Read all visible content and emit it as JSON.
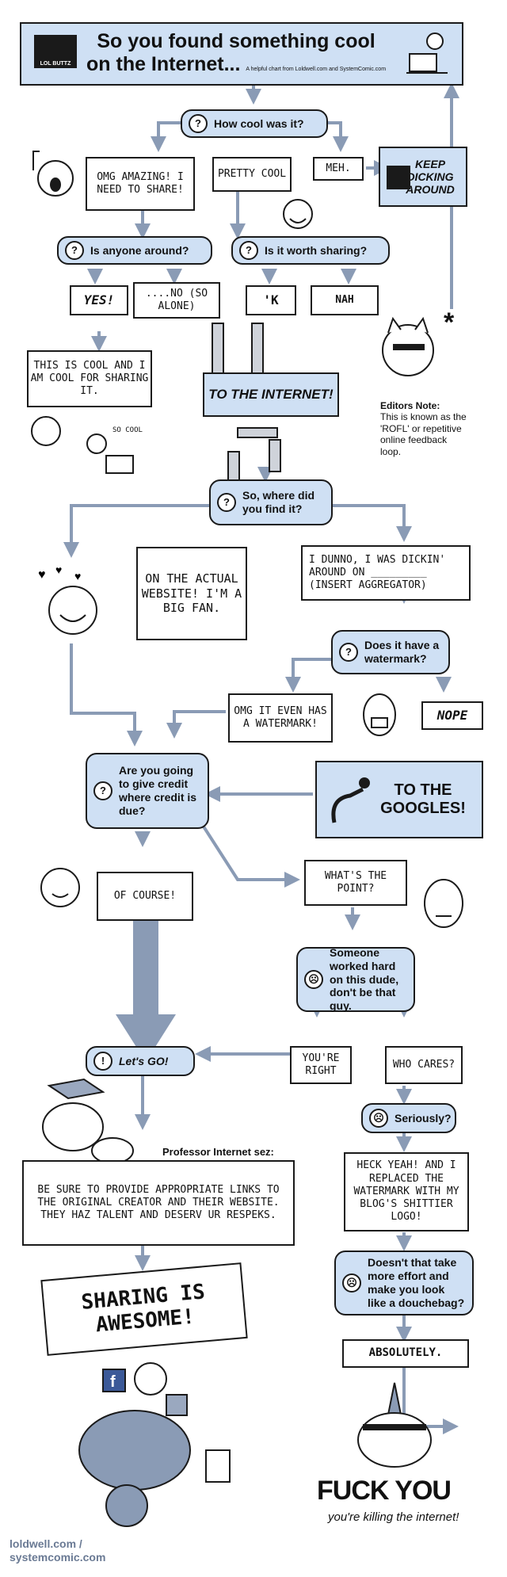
{
  "header": {
    "title_line1": "So you found something cool",
    "title_line2": "on the Internet...",
    "subtitle": "A helpful chart from Loldwell.com and SystemComic.com",
    "logo_text": "LOL BUTTZ"
  },
  "q_how_cool": "How cool was it?",
  "omg_amazing": "OMG AMAZING! I NEED TO SHARE!",
  "pretty_cool": "PRETTY COOL",
  "meh": "MEH.",
  "keep_dicking": "KEEP DICKING AROUND",
  "q_anyone_around": "Is anyone around?",
  "q_worth_sharing": "Is it worth sharing?",
  "yes": "YES!",
  "no_alone": "....NO (SO ALONE)",
  "k": "'K",
  "nah": "NAH",
  "this_is_cool": "THIS IS COOL AND I AM COOL FOR SHARING IT.",
  "so_cool": "SO COOL",
  "to_internet": "TO THE INTERNET!",
  "editors_note": "Editors Note:",
  "editors_note_body": "This is known as the 'ROFL' or repetitive online feedback loop.",
  "asterisk": "*",
  "q_where_find": "So, where did you find it?",
  "actual_website": "ON THE ACTUAL WEBSITE! I'M A BIG FAN.",
  "i_dunno": "I DUNNO, I WAS DICKIN' AROUND ON _________ (INSERT AGGREGATOR)",
  "q_watermark": "Does it have a watermark?",
  "omg_watermark": "OMG IT EVEN HAS A WATERMARK!",
  "nope": "NOPE",
  "q_give_credit": "Are you going to give credit where credit is due?",
  "to_googles": "TO THE GOOGLES!",
  "of_course": "OF COURSE!",
  "whats_point": "WHAT'S THE POINT?",
  "someone_worked": "Someone worked hard on this dude, don't be that guy.",
  "lets_go": "Let's GO!",
  "youre_right": "YOU'RE RIGHT",
  "who_cares": "WHO CARES?",
  "seriously": "Seriously?",
  "professor_sez": "Professor Internet sez:",
  "professor_body": "BE SURE TO PROVIDE APPROPRIATE LINKS TO THE ORIGINAL CREATOR AND THEIR WEBSITE. THEY HAZ TALENT AND DESERV UR RESPEKS.",
  "heck_yeah": "HECK YEAH! AND I REPLACED THE WATERMARK WITH MY BLOG'S SHITTIER LOGO!",
  "doesnt_effort": "Doesn't that take more effort and make you look like a douchebag?",
  "absolutely": "ABSOLUTELY.",
  "sharing_awesome": "SHARING IS AWESOME!",
  "fuck_you": "FUCK YOU",
  "killing_internet": "you're killing the internet!",
  "footer": "loldwell.com / systemcomic.com",
  "colors": {
    "blue_fill": "#cfe0f4",
    "arrow": "#8a9bb5",
    "ink": "#1a1a1a"
  }
}
